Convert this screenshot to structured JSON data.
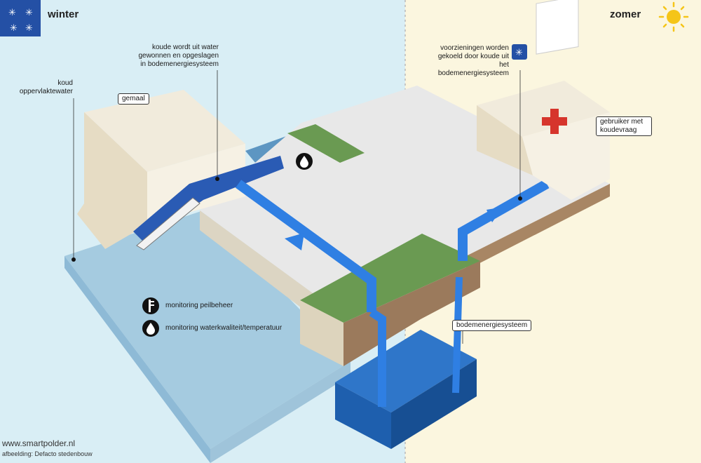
{
  "seasons": {
    "winter": "winter",
    "summer": "zomer"
  },
  "labels": {
    "cold_water_stored": "koude wordt uit water gewonnen en opgeslagen in bodemenergiesysteem",
    "cold_surface_water": "koud oppervlaktewater",
    "pumping_station": "gemaal",
    "facilities_cooled": "voorzieningen worden gekoeld door koude uit het bodemenergiesysteem",
    "user_with_cooling_demand": "gebruiker met koudevraag",
    "soil_energy_system": "bodemenergiesysteem"
  },
  "legend": [
    {
      "icon": "gauge-icon",
      "text": "monitoring peilbeheer"
    },
    {
      "icon": "water-drop-icon",
      "text": "monitoring waterkwaliteit/temperatuur"
    }
  ],
  "credits": {
    "website": "www.smartpolder.nl",
    "image_credit": "afbeelding: Defacto stedenbouw"
  },
  "colors": {
    "winter_bg": "#d9eef5",
    "summer_bg": "#fbf6df",
    "water": "#9dc6de",
    "pipe": "#2f7fe3",
    "storage": "#1f63b8",
    "grass": "#6a9a52",
    "soil": "#9b7a5c",
    "building": "#eee7d3",
    "cross": "#d6352c",
    "winter_badge": "#2450a5",
    "sun": "#f5c518"
  }
}
